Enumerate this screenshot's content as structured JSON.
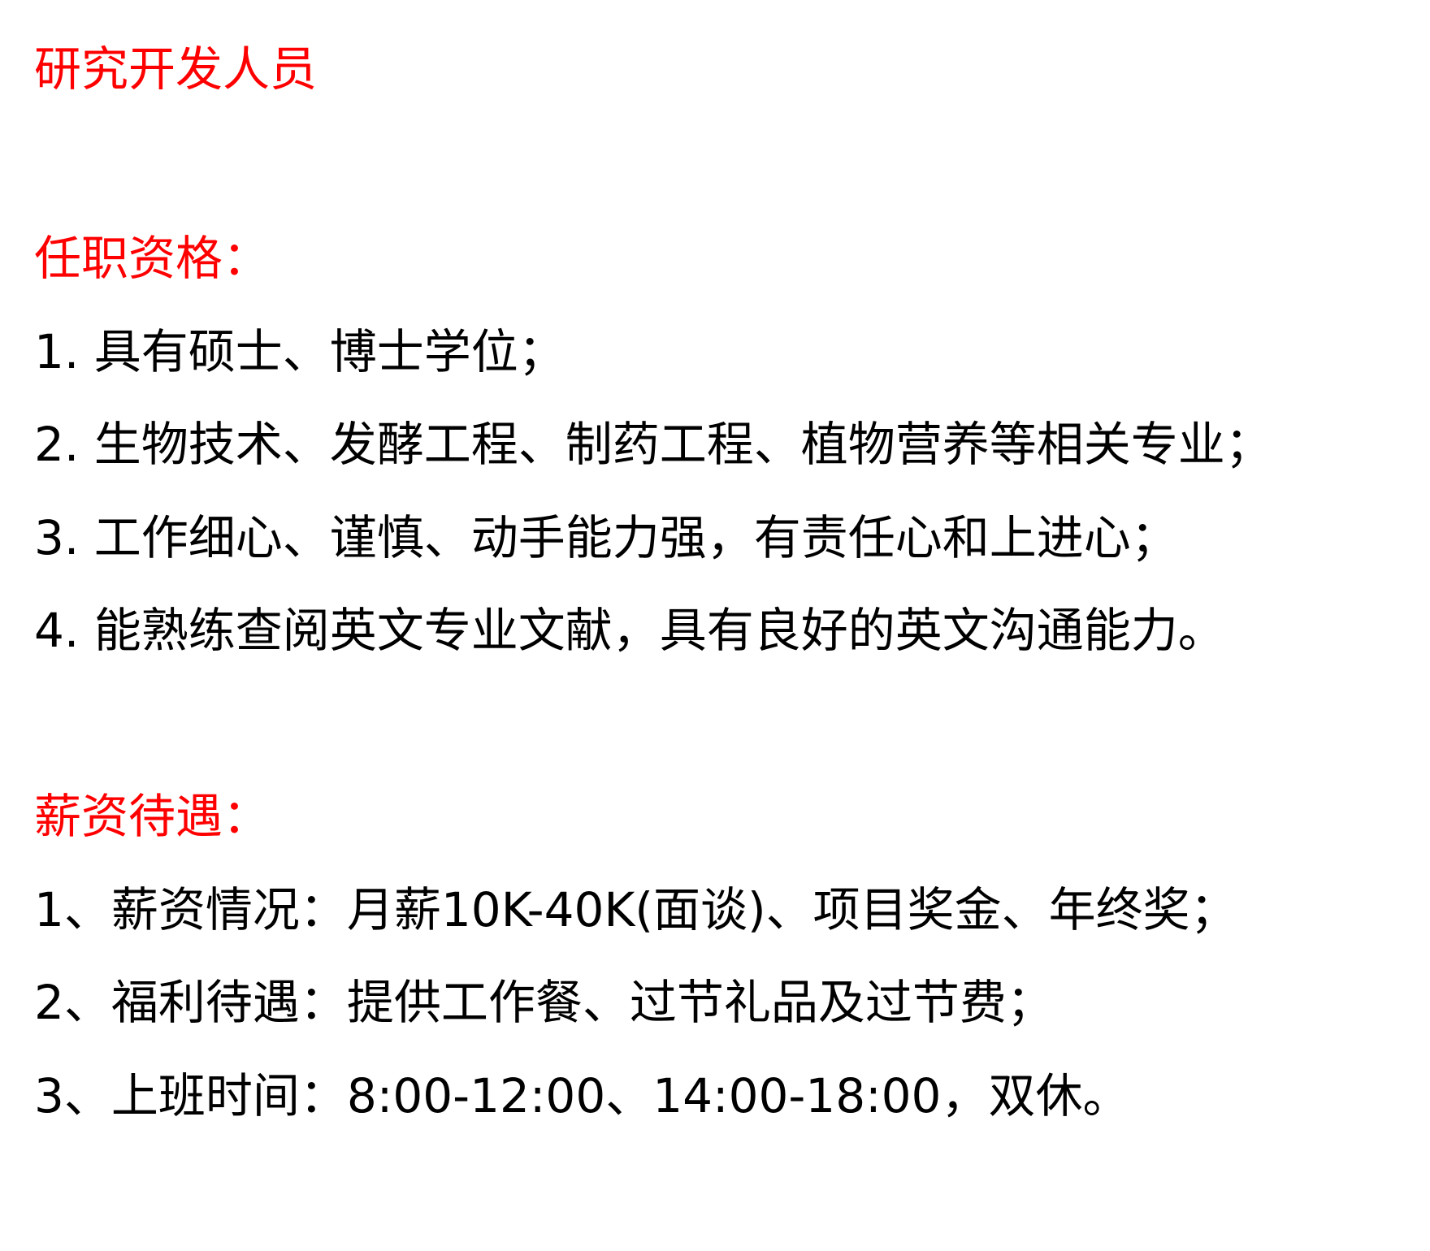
{
  "job_title": "研究开发人员",
  "qualifications": {
    "heading": "任职资格：",
    "items": [
      "1. 具有硕士、博士学位；",
      "2. 生物技术、发酵工程、制药工程、植物营养等相关专业；",
      "3. 工作细心、谨慎、动手能力强，有责任心和上进心；",
      "4. 能熟练查阅英文专业文献，具有良好的英文沟通能力。"
    ]
  },
  "benefits": {
    "heading": "薪资待遇：",
    "items": [
      "1、薪资情况：月薪10K-40K(面谈)、项目奖金、年终奖；",
      "2、福利待遇：提供工作餐、过节礼品及过节费；",
      "3、上班时间：8:00-12:00、14:00-18:00，双休。"
    ]
  },
  "colors": {
    "heading": "#ff0000",
    "body_text": "#000000",
    "background": "#ffffff"
  }
}
